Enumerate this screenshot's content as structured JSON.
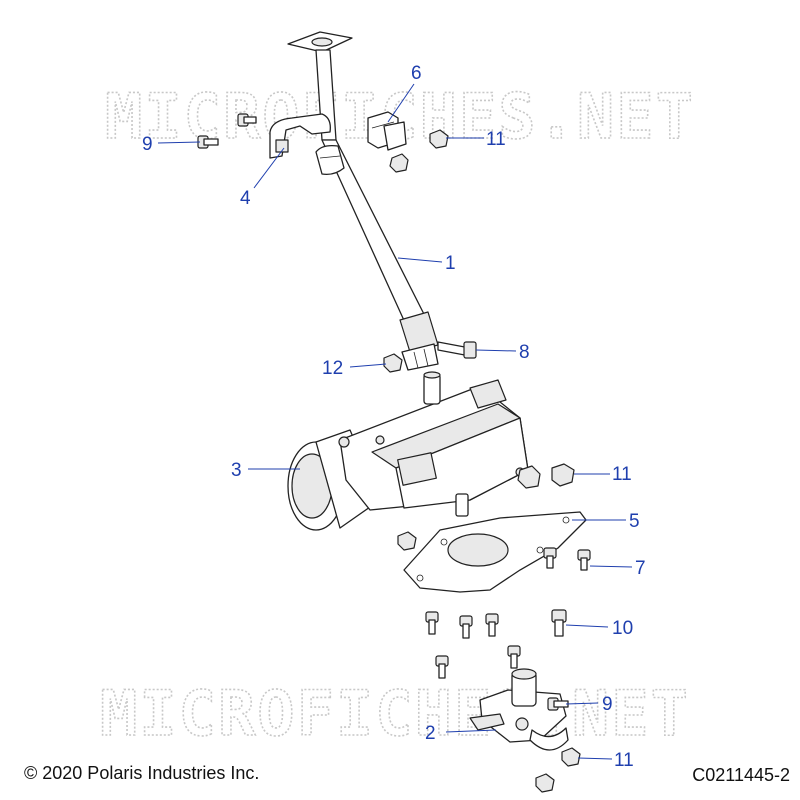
{
  "watermark": {
    "text": "MICROFICHES.NET"
  },
  "footer": {
    "copyright": "© 2020 Polaris Industries Inc.",
    "drawing_code": "C0211445-2"
  },
  "callouts": [
    {
      "id": "c1",
      "label": "1"
    },
    {
      "id": "c2",
      "label": "2"
    },
    {
      "id": "c3",
      "label": "3"
    },
    {
      "id": "c4",
      "label": "4"
    },
    {
      "id": "c5",
      "label": "5"
    },
    {
      "id": "c6",
      "label": "6"
    },
    {
      "id": "c7",
      "label": "7"
    },
    {
      "id": "c8",
      "label": "8"
    },
    {
      "id": "c9a",
      "label": "9"
    },
    {
      "id": "c9b",
      "label": "9"
    },
    {
      "id": "c10",
      "label": "10"
    },
    {
      "id": "c11a",
      "label": "11"
    },
    {
      "id": "c11b",
      "label": "11"
    },
    {
      "id": "c11c",
      "label": "11"
    },
    {
      "id": "c12",
      "label": "12"
    }
  ],
  "colors": {
    "callout": "#1f3fae",
    "linework": "#222222",
    "watermark": "#c8c8c8"
  }
}
